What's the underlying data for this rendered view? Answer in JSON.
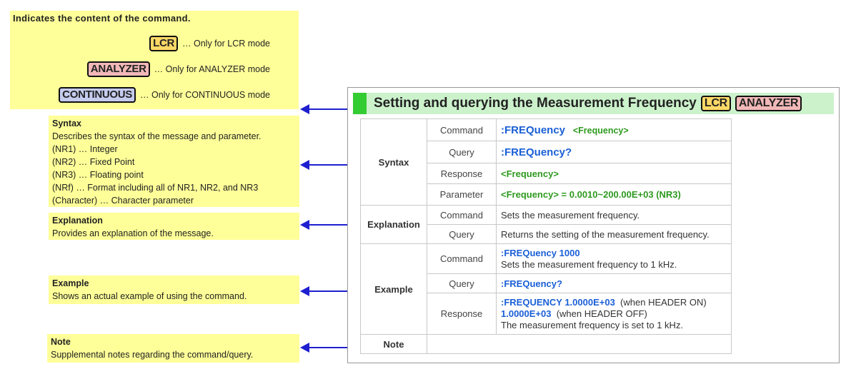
{
  "legend": {
    "title": "Indicates the content of the command.",
    "items": [
      {
        "badge": "LCR",
        "text": "… Only for LCR mode"
      },
      {
        "badge": "ANALYZER",
        "text": "… Only for ANALYZER mode"
      },
      {
        "badge": "CONTINUOUS",
        "text": "… Only for CONTINUOUS mode"
      }
    ]
  },
  "syntax_note": {
    "title": "Syntax",
    "lines": [
      "Describes the syntax of the message and parameter.",
      "(NR1) … Integer",
      "(NR2) … Fixed Point",
      "(NR3) … Floating point",
      "(NRf) … Format including all of NR1, NR2, and NR3",
      "(Character) … Character parameter"
    ]
  },
  "explanation_note": {
    "title": "Explanation",
    "text": "Provides an explanation of the message."
  },
  "example_note": {
    "title": "Example",
    "text": "Shows an actual example of using the command."
  },
  "note_note": {
    "title": "Note",
    "text": "Supplemental notes regarding the command/query."
  },
  "doc": {
    "title": "Setting and querying the Measurement Frequency",
    "badges": [
      "LCR",
      "ANALYZER"
    ],
    "syntax": {
      "label": "Syntax",
      "command_label": "Command",
      "command": ":FREQuency",
      "command_param": "<Frequency>",
      "query_label": "Query",
      "query": ":FREQuency?",
      "response_label": "Response",
      "response": "<Frequency>",
      "parameter_label": "Parameter",
      "parameter": "<Frequency> = 0.0010~200.00E+03 (NR3)"
    },
    "explanation": {
      "label": "Explanation",
      "command_label": "Command",
      "command_text": "Sets the measurement frequency.",
      "query_label": "Query",
      "query_text": "Returns the setting of the measurement frequency."
    },
    "example": {
      "label": "Example",
      "command_label": "Command",
      "command": ":FREQuency 1000",
      "command_desc": "Sets the measurement frequency to 1 kHz.",
      "query_label": "Query",
      "query": ":FREQuency?",
      "response_label": "Response",
      "response1": ":FREQUENCY 1.0000E+03",
      "response1_note": "(when HEADER ON)",
      "response2": "1.0000E+03",
      "response2_note": "(when HEADER OFF)",
      "response_desc": "The measurement frequency is set to 1 kHz."
    },
    "note": {
      "label": "Note",
      "text": ""
    }
  }
}
